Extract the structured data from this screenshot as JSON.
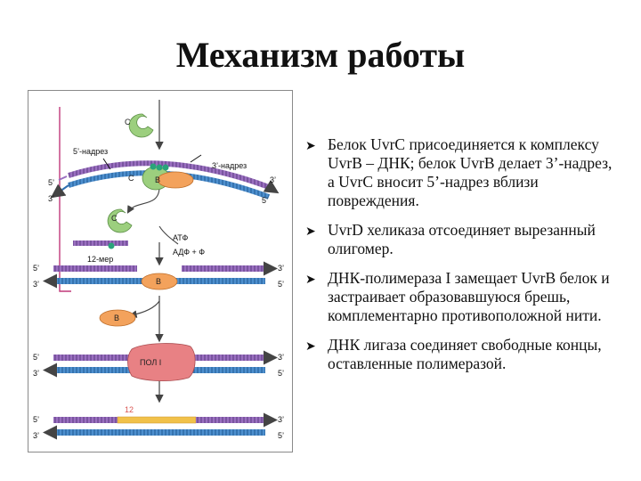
{
  "title": "Механизм работы",
  "bullets": [
    "Белок UvrC присоединяется к комплексу UvrB – ДНК; белок UvrB делает 3’-надрез, а UvrC вносит 5’-надрез вблизи повреждения.",
    "UvrD хеликаза отсоединяет вырезанный олигомер.",
    "ДНК-полимераза I замещает UvrB белок и застраивает образовавшуюся брешь, комплементарно противоположной нити.",
    "ДНК лигаза соединяет свободные концы, оставленные полимеразой."
  ],
  "diagram": {
    "protein_c": "C",
    "protein_b": "B",
    "polymerase": "ПОЛ I",
    "nick_5": "5’-надрез",
    "nick_3": "3’-надрез",
    "atp": "АТФ",
    "adp_p": "АДФ + Ф",
    "oligomer": "12-мер",
    "gap_length": "12",
    "end_5": "5’",
    "end_3": "3’"
  },
  "colors": {
    "strand_top": "#9a6fc0",
    "strand_bottom": "#4d8fce",
    "protein": "#f3a25c",
    "protein_c": "#9ccf7e",
    "polymerase": "#e88184",
    "repair_patch": "#f1c14a"
  }
}
